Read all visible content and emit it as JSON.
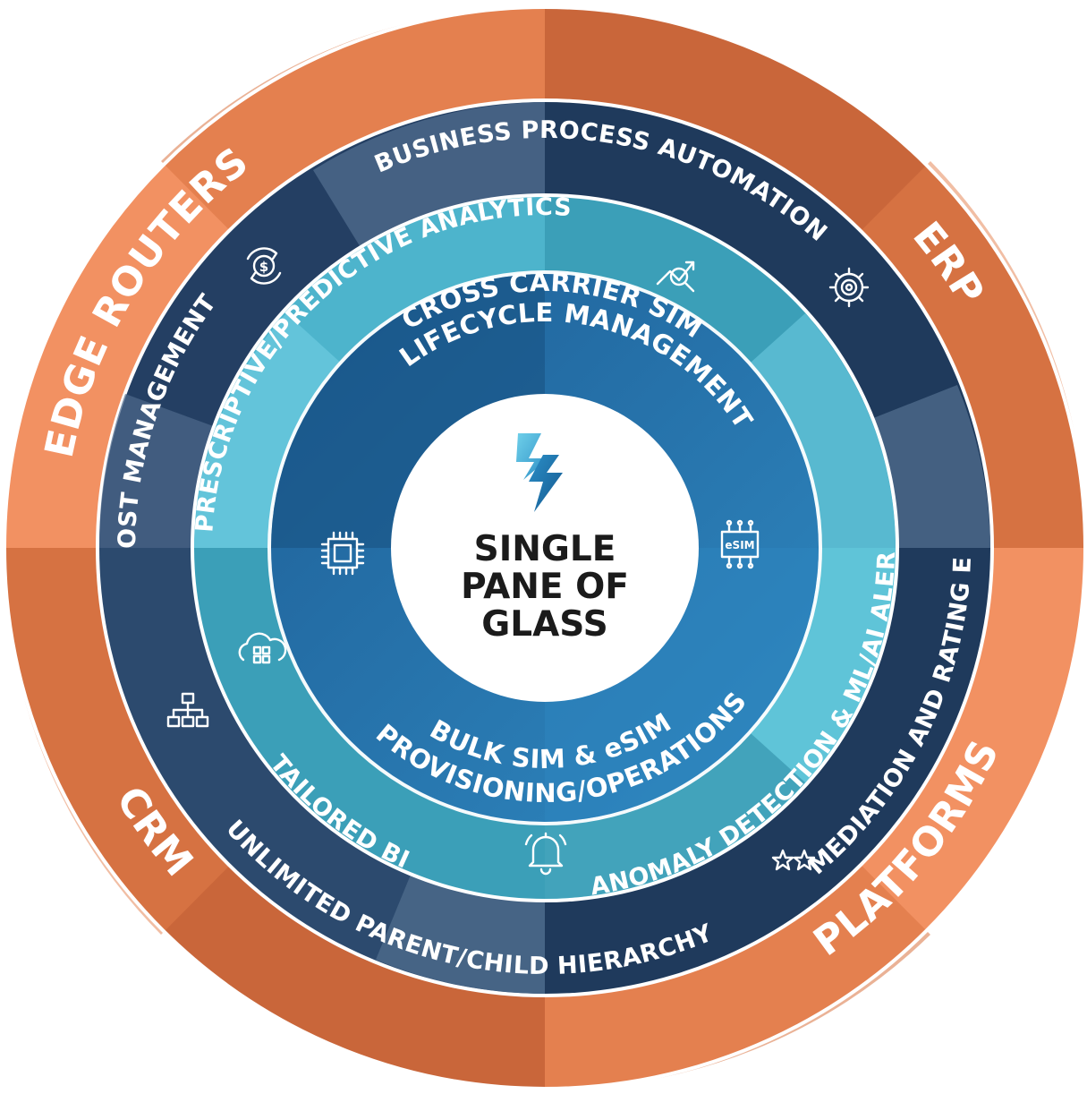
{
  "center": {
    "lines": [
      "SINGLE",
      "PANE OF",
      "GLASS"
    ],
    "logo_icon": "bolt-logo-icon"
  },
  "outer_ring": {
    "labels": [
      "EDGE ROUTERS",
      "ERP",
      "CRM",
      "PLATFORMS"
    ]
  },
  "band_ring": {
    "labels": [
      "BUSINESS PROCESS AUTOMATION",
      "COST MANAGEMENT",
      "MEDIATION AND RATING ENGINE",
      "UNLIMITED PARENT/CHILD HIERARCHY"
    ]
  },
  "analytics_ring": {
    "labels": [
      "PRESCRIPTIVE/PREDICTIVE ANALYTICS",
      "ANOMALY DETECTION & ML/AI ALERTING",
      "TAILORED BI"
    ]
  },
  "inner_ring": {
    "labels": [
      "CROSS CARRIER SIM",
      "LIFECYCLE MANAGEMENT",
      "BULK SIM & eSIM",
      "PROVISIONING/OPERATIONS"
    ]
  },
  "icons": {
    "esim_chip_label": "eSIM",
    "names": [
      "dollar-cycle-icon",
      "trend-chart-icon",
      "gear-icon",
      "chip-icon",
      "esim-icon",
      "cloud-apps-icon",
      "hierarchy-icon",
      "bell-icon",
      "stars-icon"
    ]
  },
  "colors": {
    "orange_light": "#f29162",
    "orange_dark": "#c9663a",
    "band_navy": "#1f3a5c",
    "band_slate": "#3d5878",
    "analytics_light": "#5fc4d8",
    "analytics_mid": "#3b9fb8",
    "inner_blue": "#2a78b0",
    "inner_dark": "#17507f",
    "core": "#ffffff",
    "logo_light": "#58c3e0",
    "logo_dark": "#1b6fa8"
  }
}
